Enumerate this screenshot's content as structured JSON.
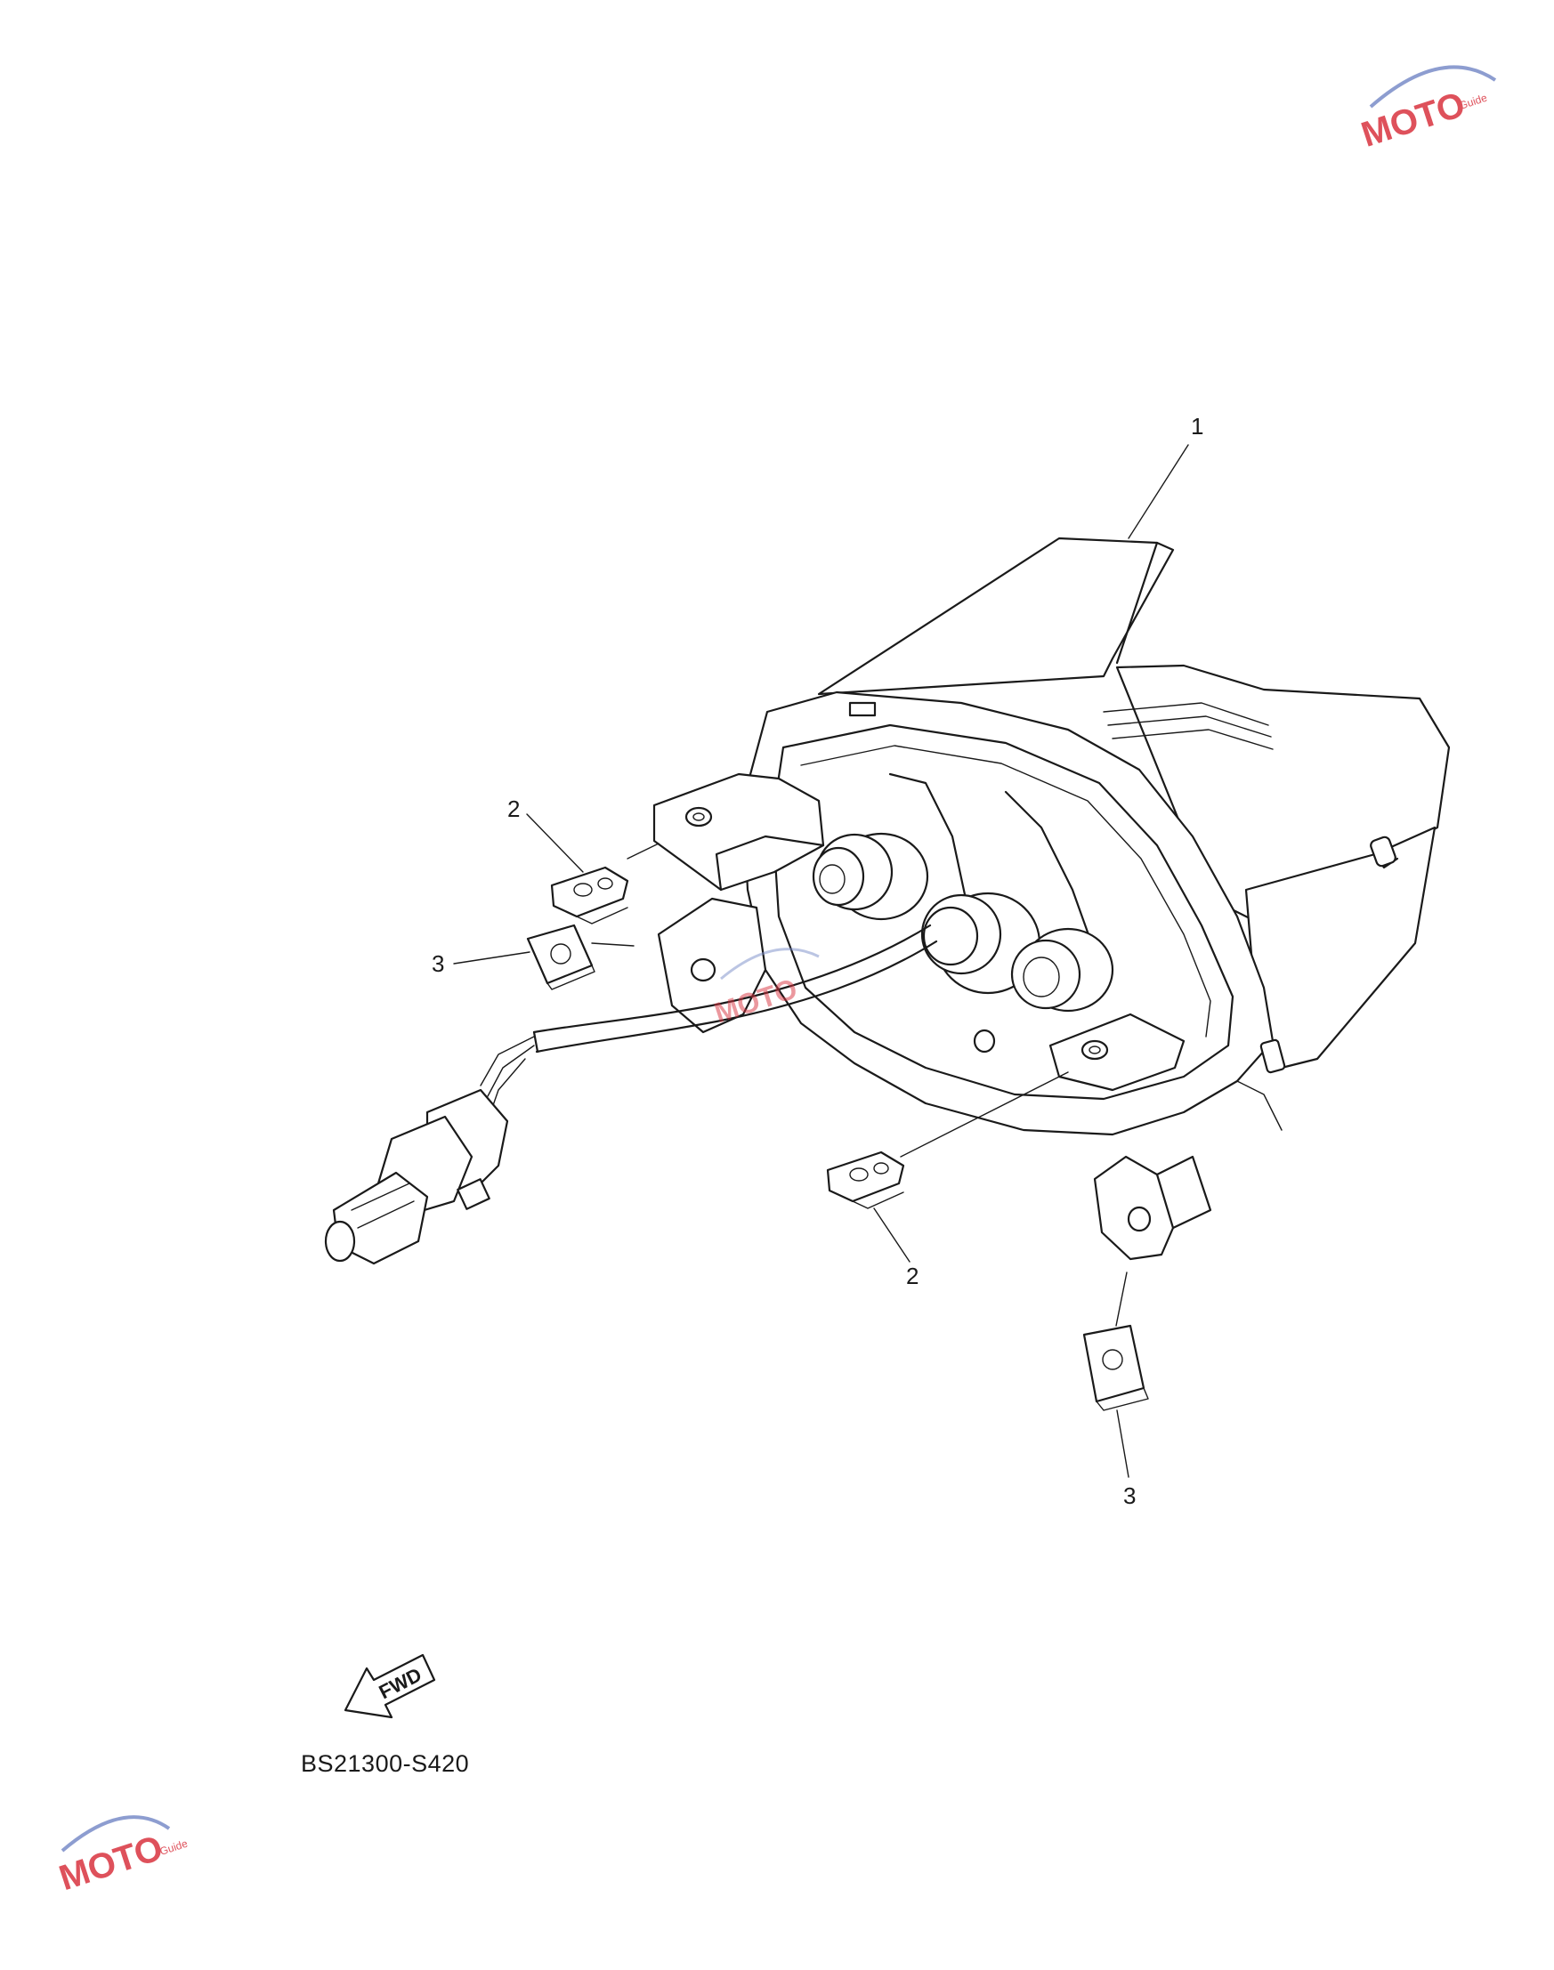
{
  "callouts": [
    {
      "id": "callout-1",
      "label": "1"
    },
    {
      "id": "callout-2a",
      "label": "2"
    },
    {
      "id": "callout-2b",
      "label": "2"
    },
    {
      "id": "callout-3a",
      "label": "3"
    },
    {
      "id": "callout-3b",
      "label": "3"
    }
  ],
  "fwd_label": "FWD",
  "diagram_code": "BS21300-S420",
  "watermark": {
    "brand": "MOTO",
    "sub": "Guide"
  }
}
